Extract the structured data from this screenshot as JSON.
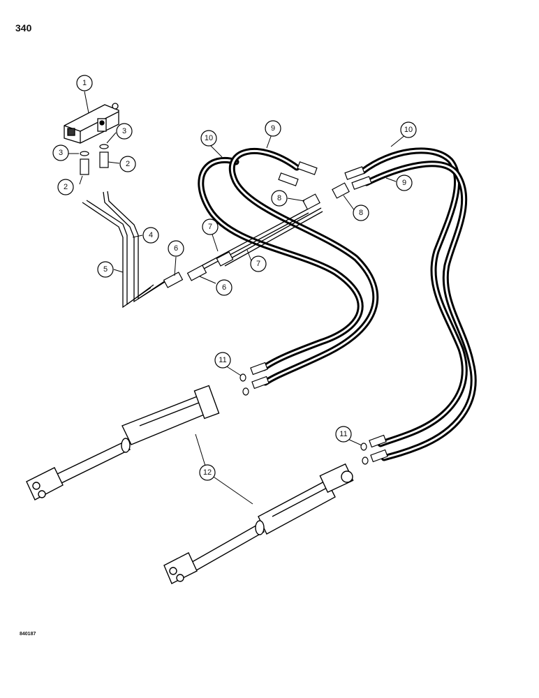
{
  "page_number": "340",
  "figure_code": "840187",
  "callouts": {
    "c1": "1",
    "c2a": "2",
    "c2b": "2",
    "c3a": "3",
    "c3b": "3",
    "c4": "4",
    "c5": "5",
    "c6a": "6",
    "c6b": "6",
    "c7a": "7",
    "c7b": "7",
    "c8a": "8",
    "c8b": "8",
    "c9a": "9",
    "c9b": "9",
    "c10a": "10",
    "c10b": "10",
    "c11a": "11",
    "c11b": "11",
    "c12": "12"
  }
}
